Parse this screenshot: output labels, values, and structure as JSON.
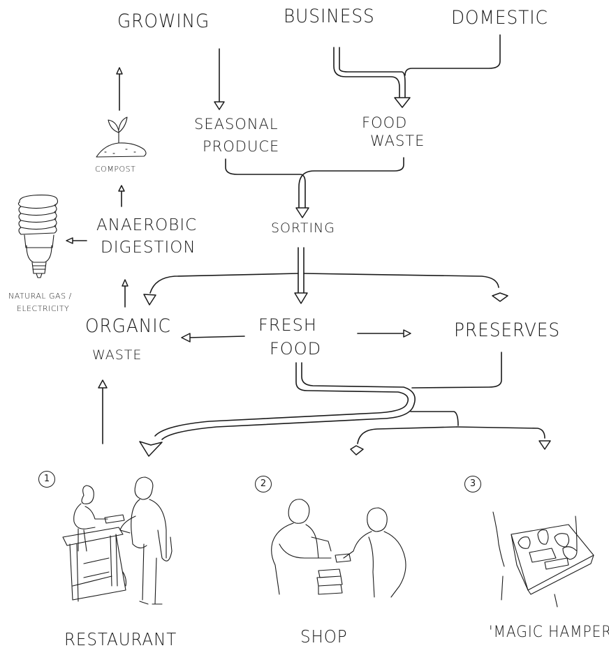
{
  "nodes": {
    "growing": "Growing",
    "business": "Business",
    "domestic": "Domestic",
    "seasonal_produce": [
      "Seasonal",
      "Produce"
    ],
    "food_waste": [
      "Food",
      "Waste"
    ],
    "compost": "Compost",
    "anaerobic_digestion": [
      "Anaerobic",
      "Digestion"
    ],
    "sorting": "Sorting",
    "natural_gas": [
      "Natural Gas /",
      "Electricity"
    ],
    "organic_waste": [
      "Organic",
      "Waste"
    ],
    "fresh_food": [
      "Fresh",
      "Food"
    ],
    "preserves": "Preserves"
  },
  "outlets": [
    {
      "number": "1",
      "label": "Restaurant"
    },
    {
      "number": "2",
      "label": "Shop"
    },
    {
      "number": "3",
      "label": "'Magic Hamper'"
    }
  ],
  "icons": [
    "seedling-icon",
    "lightbulb-icon",
    "restaurant-scene-icon",
    "shop-scene-icon",
    "hamper-scene-icon"
  ],
  "colors": {
    "ink": "#1a1a1a",
    "background": "#ffffff"
  }
}
